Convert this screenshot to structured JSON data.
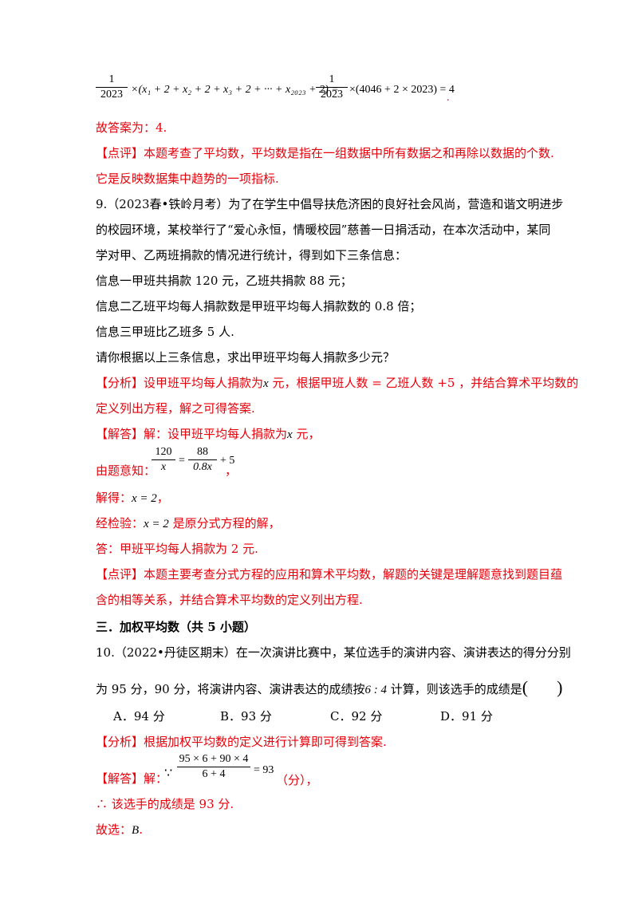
{
  "top_eq": {
    "frac1_num": "1",
    "frac1_den": "2023",
    "mid": "×(x₁ + 2 + x₂ + 2 + x₃ + 2 + ··· + x₂₀₂₃ + 2) =",
    "frac2_num": "1",
    "frac2_den": "2023",
    "tail": "×(4046 + 2 × 2023) = 4",
    "dot": "."
  },
  "answer8": "故答案为：4.",
  "comment8_line1": "【点评】本题考查了平均数，平均数是指在一组数据中所有数据之和再除以数据的个数.",
  "comment8_line2": "它是反映数据集中趋势的一项指标.",
  "q9": {
    "line1": "9.（2023春•铁岭月考）为了在学生中倡导扶危济困的良好社会风尚，营造和谐文明进步",
    "line2": "的校园环境，某校举行了“爱心永恒，情暖校园”慈善一日捐活动，在本次活动中，某同",
    "line3": "学对甲、乙两班捐款的情况进行统计，得到如下三条信息：",
    "info1": "信息一甲班共捐款 120 元，乙班共捐款 88 元；",
    "info2": "信息二乙班平均每人捐款数是甲班平均每人捐款数的 0.8 倍；",
    "info3": "信息三甲班比乙班多 5 人.",
    "ask": "请你根据以上三条信息，求出甲班平均每人捐款多少元？",
    "analysis_a": "【分析】设甲班平均每人捐款为",
    "analysis_x": "x",
    "analysis_b": " 元，根据甲班人数 = 乙班人数 +5 ，并结合算术平均数的",
    "analysis_line2": "定义列出方程，解之可得答案.",
    "solve_a": "【解答】解：设甲班平均每人捐款为",
    "solve_x": "x",
    "solve_b": " 元，",
    "eq_label": "由题意知：",
    "eq_f1_num": "120",
    "eq_f1_den": "x",
    "eq_eq": "=",
    "eq_f2_num": "88",
    "eq_f2_den": "0.8x",
    "eq_plus": "+ 5",
    "eq_comma": "，",
    "get_label": "解得：",
    "get_val": "x = 2",
    "get_comma": "，",
    "check_label": "经检验：",
    "check_val": "x = 2",
    "check_tail": " 是原分式方程的解，",
    "final": "答：甲班平均每人捐款为 2 元.",
    "comment_line1": "【点评】本题主要考查分式方程的应用和算术平均数，解题的关键是理解题意找到题目蕴",
    "comment_line2": "含的相等关系，并结合算术平均数的定义列出方程."
  },
  "section3": "三．加权平均数（共 5 小题）",
  "q10": {
    "line1": "10.（2022•丹徒区期末）在一次演讲比赛中，某位选手的演讲内容、演讲表达的得分分别",
    "line2_a": "为 95 分，90 分，将演讲内容、演讲表达的成绩按",
    "ratio": "6 : 4",
    "line2_b": " 计算，则该选手的成绩是",
    "paren_l": "(",
    "paren_r": ")",
    "options": [
      "A．94 分",
      "B．93 分",
      "C．92 分",
      "D．91 分"
    ],
    "analysis": "【分析】根据加权平均数的定义进行计算即可得到答案.",
    "solve_label": "【解答】解：",
    "because": "∵",
    "frac_num": "95 × 6 + 90 × 4",
    "frac_den": "6 + 4",
    "frac_eq": "= 93",
    "unit": "（分），",
    "therefore": "∴ 该选手的成绩是 93 分.",
    "choose_label": "故选：",
    "choose_val": "B",
    "choose_dot": "."
  }
}
